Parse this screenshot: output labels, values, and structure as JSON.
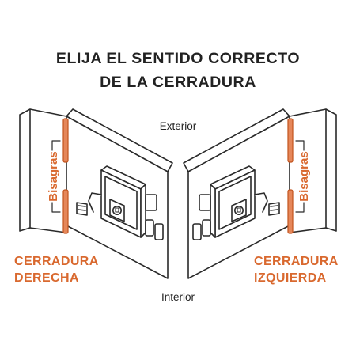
{
  "title": {
    "line1": "ELIJA EL SENTIDO CORRECTO",
    "line2": "DE LA CERRADURA"
  },
  "labels": {
    "exterior": "Exterior",
    "interior": "Interior",
    "hinges_left": "Bisagras",
    "hinges_right": "Bisagras"
  },
  "options": {
    "right_lock": {
      "line1": "CERRADURA",
      "line2": "DERECHA"
    },
    "left_lock": {
      "line1": "CERRADURA",
      "line2": "IZQUIERDA"
    }
  },
  "colors": {
    "accent": "#D9692F",
    "outline": "#2A2A2A",
    "fill": "#FFFFFF"
  }
}
